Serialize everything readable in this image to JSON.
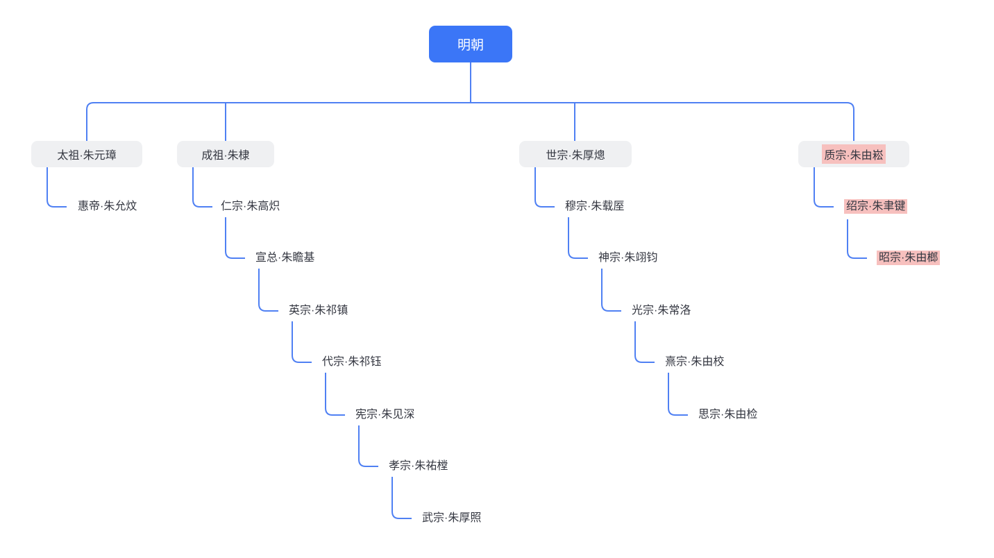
{
  "colors": {
    "root_bg": "#3b76f7",
    "root_text": "#ffffff",
    "branch_bg": "#eff0f2",
    "connector": "#4f80f3",
    "highlight_bg": "#f7c0be",
    "text": "#333640",
    "canvas_bg": "#ffffff"
  },
  "root": {
    "label": "明朝"
  },
  "branches": [
    {
      "label": "太祖·朱元璋",
      "highlighted": false,
      "children": [
        {
          "label": "惠帝·朱允炆",
          "highlighted": false
        }
      ]
    },
    {
      "label": "成祖·朱棣",
      "highlighted": false,
      "children": [
        {
          "label": "仁宗·朱高炽",
          "highlighted": false
        },
        {
          "label": "宣总·朱瞻基",
          "highlighted": false
        },
        {
          "label": "英宗·朱祁镇",
          "highlighted": false
        },
        {
          "label": "代宗·朱祁钰",
          "highlighted": false
        },
        {
          "label": "宪宗·朱见深",
          "highlighted": false
        },
        {
          "label": "孝宗·朱祐樘",
          "highlighted": false
        },
        {
          "label": "武宗·朱厚照",
          "highlighted": false
        }
      ]
    },
    {
      "label": "世宗·朱厚熜",
      "highlighted": false,
      "children": [
        {
          "label": "穆宗·朱载厔",
          "highlighted": false
        },
        {
          "label": "神宗·朱翊钧",
          "highlighted": false
        },
        {
          "label": "光宗·朱常洛",
          "highlighted": false
        },
        {
          "label": "熹宗·朱由校",
          "highlighted": false
        },
        {
          "label": "思宗·朱由检",
          "highlighted": false
        }
      ]
    },
    {
      "label": "质宗·朱由崧",
      "highlighted": true,
      "children": [
        {
          "label": "绍宗·朱聿键",
          "highlighted": true
        },
        {
          "label": "昭宗·朱由榔",
          "highlighted": true
        }
      ]
    }
  ]
}
